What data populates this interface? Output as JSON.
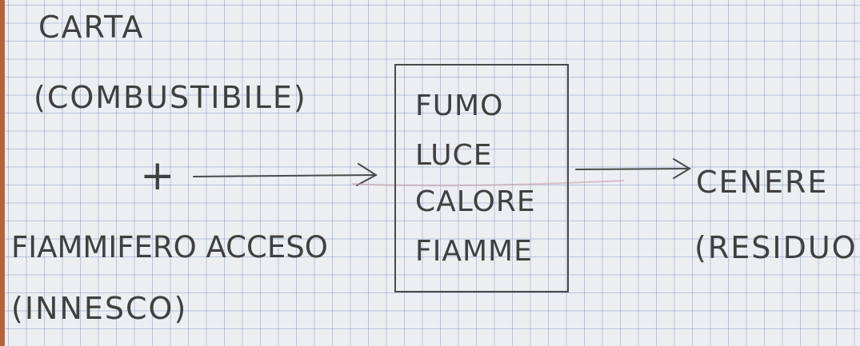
{
  "reactants": {
    "fuel": "CARTA",
    "fuel_role": "(COMBUSTIBILE)",
    "plus": "+",
    "igniter": "FIAMMIFERO ACCESO",
    "igniter_role": "(INNESCO)"
  },
  "reaction_box": {
    "items": [
      "FUMO",
      "LUCE",
      "CALORE",
      "FIAMME"
    ]
  },
  "product": {
    "name": "CENERE",
    "role": "(RESIDUO)"
  }
}
